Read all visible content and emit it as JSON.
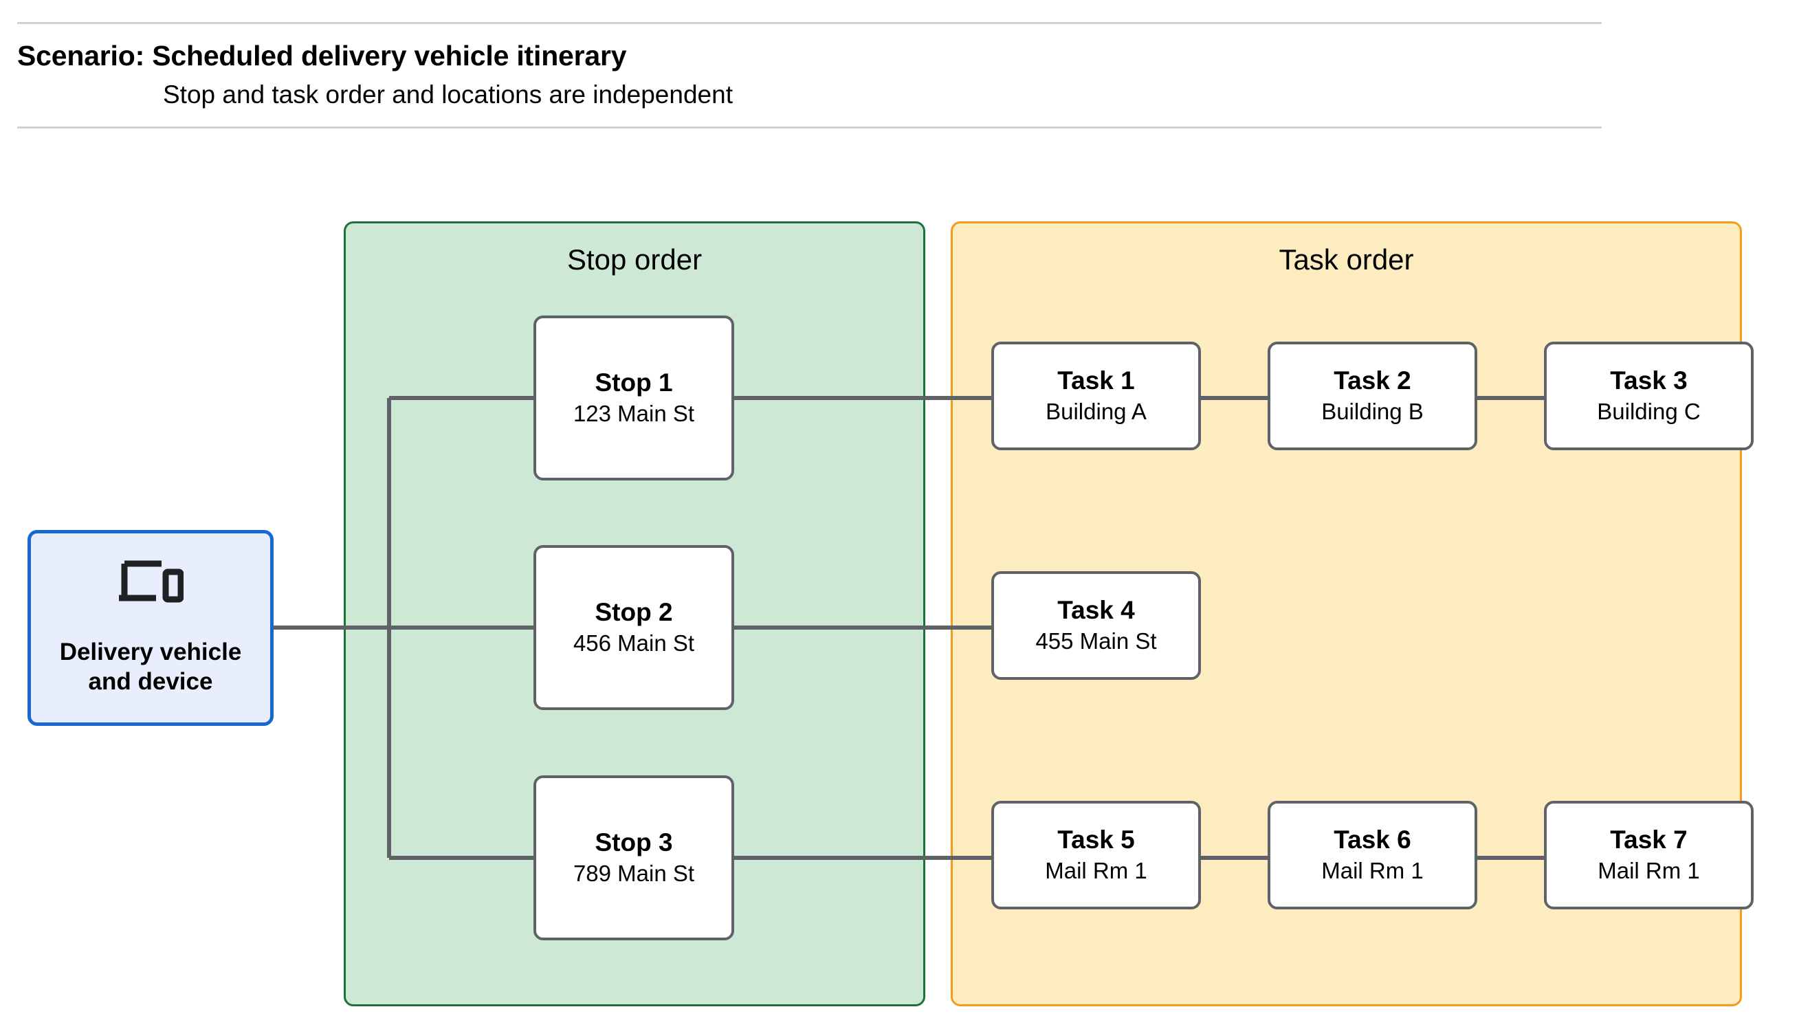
{
  "header": {
    "title": "Scenario: Scheduled delivery vehicle itinerary",
    "subtitle": "Stop and task order and locations are independent"
  },
  "colors": {
    "stop_group_fill": "#cde9d5",
    "stop_group_border": "#1c7238",
    "task_group_fill": "#fcecc0",
    "task_group_border": "#f59b1c",
    "vehicle_fill": "#e8eefc",
    "vehicle_border": "#1967d2",
    "node_border": "#5f6368",
    "connector": "#5f6368",
    "rule": "#d2d2d2"
  },
  "vehicle": {
    "icon": "devices-icon",
    "label": "Delivery vehicle\nand device"
  },
  "stop_group": {
    "title": "Stop order",
    "nodes": [
      {
        "title": "Stop 1",
        "sub": "123 Main St"
      },
      {
        "title": "Stop 2",
        "sub": "456 Main St"
      },
      {
        "title": "Stop 3",
        "sub": "789 Main St"
      }
    ]
  },
  "task_group": {
    "title": "Task order",
    "nodes": [
      {
        "title": "Task 1",
        "sub": "Building A"
      },
      {
        "title": "Task 2",
        "sub": "Building B"
      },
      {
        "title": "Task 3",
        "sub": "Building C"
      },
      {
        "title": "Task 4",
        "sub": "455 Main St"
      },
      {
        "title": "Task 5",
        "sub": "Mail Rm 1"
      },
      {
        "title": "Task 6",
        "sub": "Mail Rm 1"
      },
      {
        "title": "Task 7",
        "sub": "Mail Rm 1"
      }
    ]
  }
}
